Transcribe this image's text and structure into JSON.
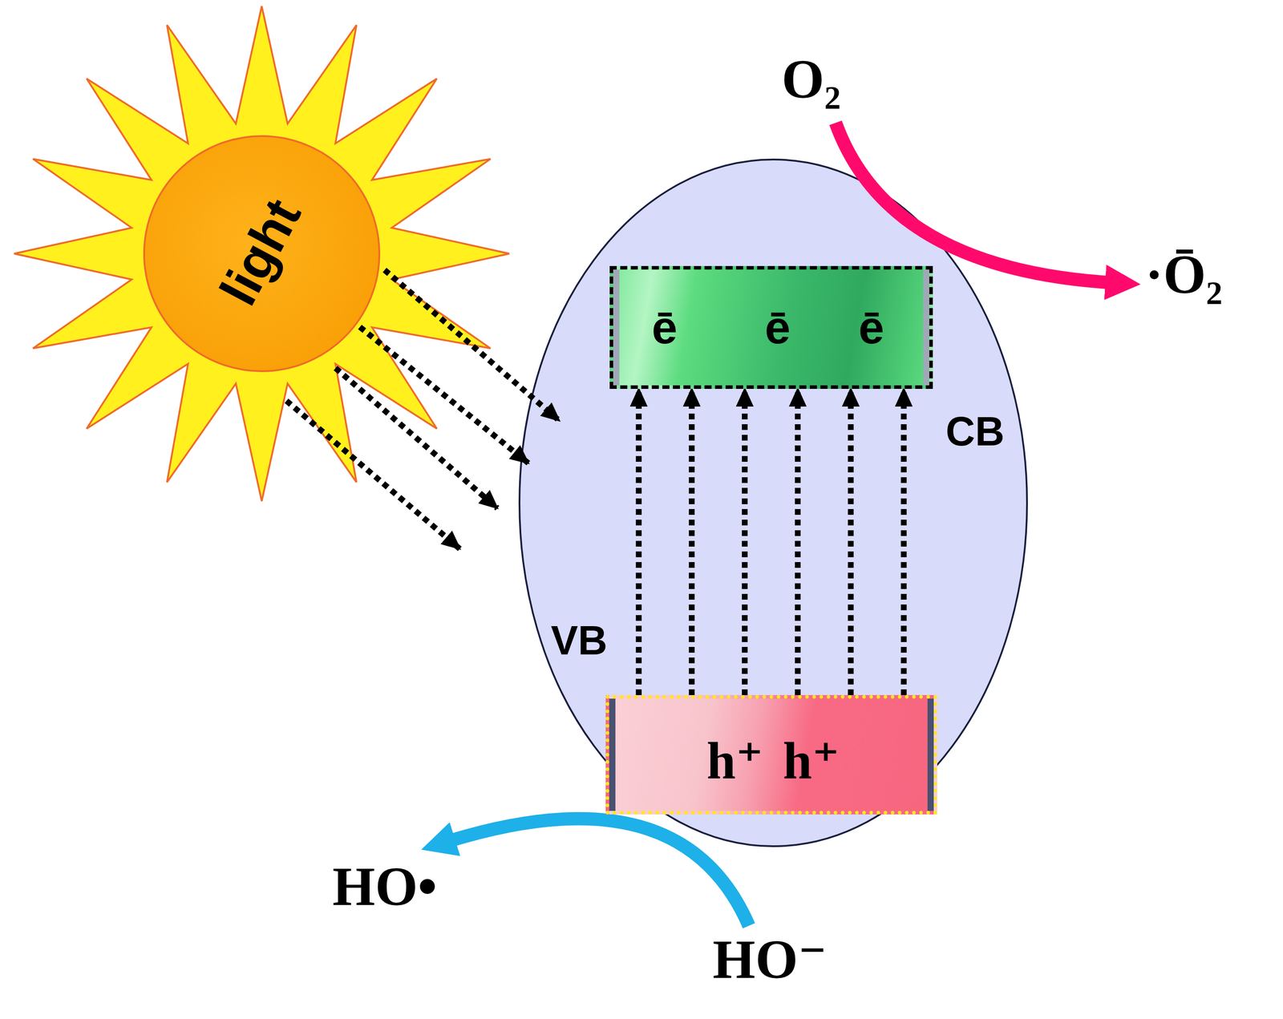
{
  "diagram": {
    "nodes": [
      {
        "text": [
          "light"
        ]
      },
      {
        "text": [
          "ē",
          "ē",
          "ē",
          "CB"
        ]
      },
      {
        "text": [
          "VB",
          "h⁺",
          "h⁺"
        ]
      }
    ],
    "edges": [
      {
        "from": 2,
        "to": 1,
        "arrow": "to"
      },
      {
        "from": 2,
        "to": 1,
        "arrow": "to"
      },
      {
        "from": 2,
        "to": 1,
        "arrow": "to"
      },
      {
        "from": 2,
        "to": 1,
        "arrow": "to"
      },
      {
        "from": 2,
        "to": 1,
        "arrow": "to"
      },
      {
        "from": 2,
        "to": 1,
        "arrow": "to"
      }
    ],
    "labels": [
      "O₂",
      "·Ō₂",
      "HO•",
      "HO⁻"
    ]
  }
}
